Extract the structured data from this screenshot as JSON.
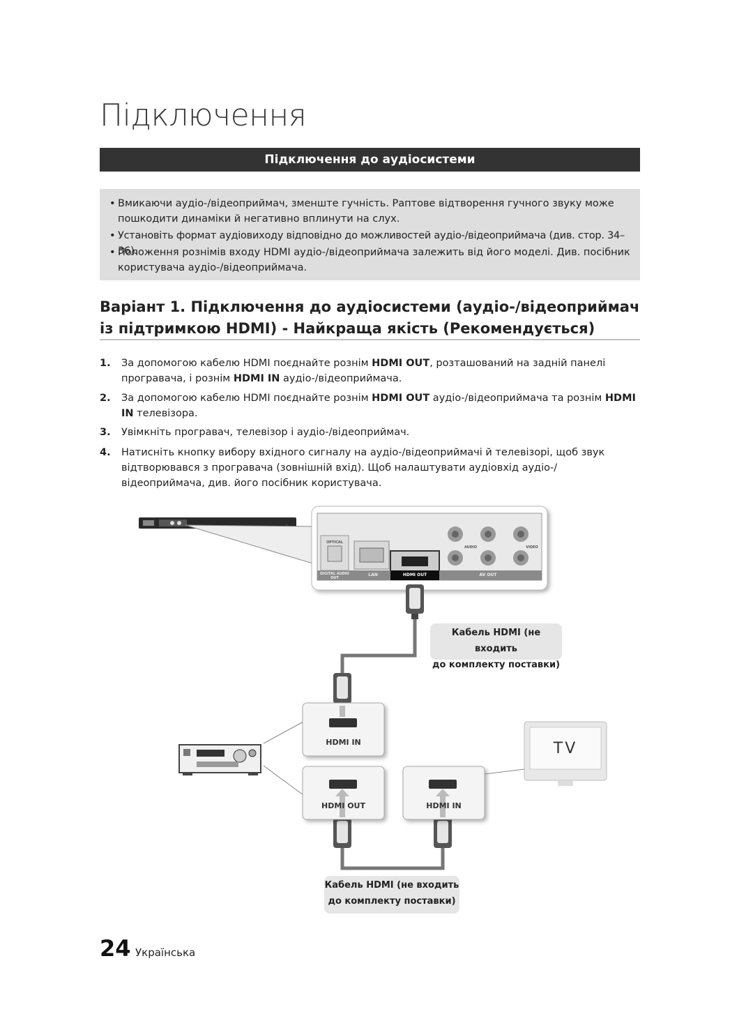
{
  "title": "Підключення",
  "section_bar": "Підключення до аудіосистеми",
  "notes": [
    {
      "bullet": "•",
      "text": "Вмикаючи аудіо-/відеоприймач, зменште гучність. Раптове відтворення гучного звуку може пошкодити динаміки й негативно вплинути на слух."
    },
    {
      "bullet": "•",
      "text": "Установіть формат аудіовиходу відповідно до можливостей аудіо-/відеоприймача (див. стор. 34–36)."
    },
    {
      "bullet": "•",
      "text": "Положення рознімів входу HDMI аудіо-/відеоприймача залежить від його моделі. Див. посібник користувача аудіо-/відеоприймача."
    }
  ],
  "option_heading": "Варіант 1. Підключення до аудіосистеми (аудіо-/відеоприймач із підтримкою HDMI) - Найкраща якість (Рекомендується)",
  "steps": [
    {
      "num": "1.",
      "a": "За допомогою кабелю HDMI поєднайте рознім ",
      "b": "HDMI OUT",
      "c": ", розташований на задній панелі програвача, і рознім ",
      "d": "HDMI IN",
      "e": " аудіо-/відеоприймача."
    },
    {
      "num": "2.",
      "a": "За допомогою кабелю HDMI поєднайте рознім ",
      "b": "HDMI OUT",
      "c": " аудіо-/відеоприймача та рознім ",
      "d": "HDMI IN",
      "e": " телевізора."
    },
    {
      "num": "3.",
      "a": "Увімкніть програвач, телевізор і аудіо-/відеоприймач."
    },
    {
      "num": "4.",
      "a": "Натисніть кнопку вибору вхідного сигналу на аудіо-/відеоприймачі й телевізорі, щоб звук відтворювався з програвача (зовнішній вхід). Щоб налаштувати аудіовхід аудіо-/відеоприймача, див. його посібник користувача."
    }
  ],
  "diagram": {
    "panel_labels": {
      "optical": "OPTICAL",
      "digital_audio_out": "DIGITAL AUDIO OUT",
      "lan": "LAN",
      "hdmi_out": "HDMI OUT",
      "av_out": "AV OUT",
      "audio": "AUDIO",
      "video": "VIDEO"
    },
    "cable_label_line1": "Кабель HDMI (не входить",
    "cable_label_line2": "до комплекту поставки)",
    "receiver_hdmi_in": "HDMI IN",
    "receiver_hdmi_out": "HDMI OUT",
    "tv_hdmi_in": "HDMI IN",
    "tv_text": "TV"
  },
  "footer": {
    "page_number": "24",
    "language": "Українська"
  }
}
